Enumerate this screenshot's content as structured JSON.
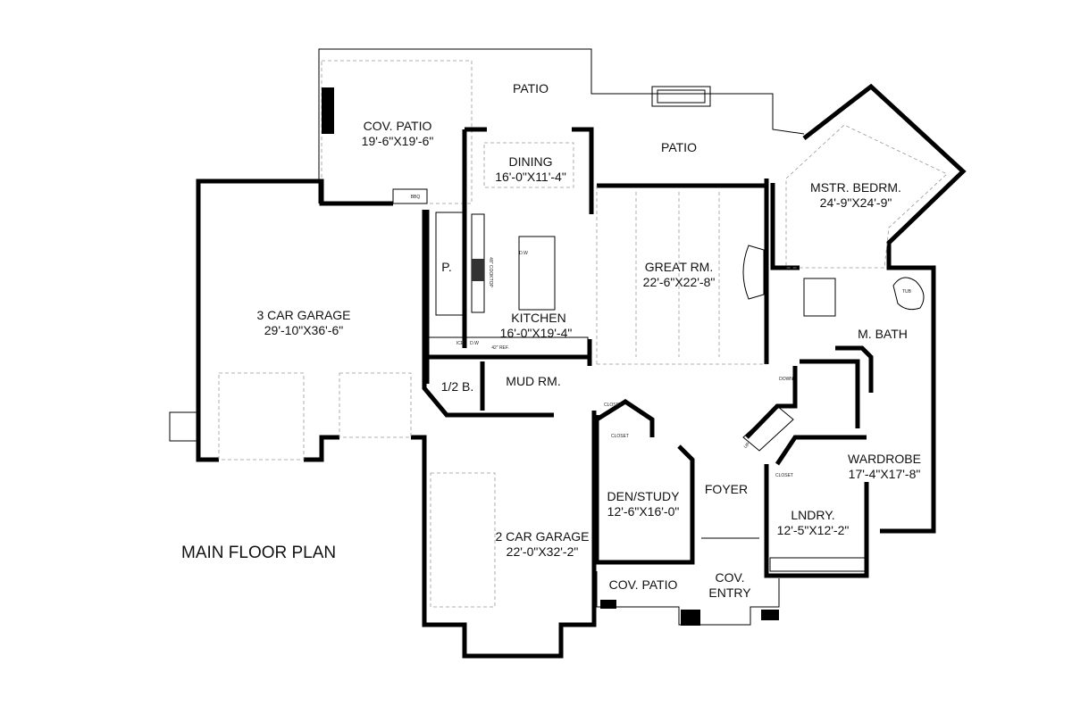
{
  "title": "MAIN FLOOR PLAN",
  "rooms": {
    "patio_upper": {
      "name": "PATIO"
    },
    "patio_lower": {
      "name": "PATIO"
    },
    "cov_patio_rear": {
      "name": "COV. PATIO",
      "size": "19'-6\"X19'-6\""
    },
    "dining": {
      "name": "DINING",
      "size": "16'-0\"X11'-4\""
    },
    "great_room": {
      "name": "GREAT RM.",
      "size": "22'-6\"X22'-8\""
    },
    "master_bedroom": {
      "name": "MSTR. BEDRM.",
      "size": "24'-9\"X24'-9\""
    },
    "pantry": {
      "name": "P."
    },
    "kitchen": {
      "name": "KITCHEN",
      "size": "16'-0\"X19'-4\""
    },
    "garage_3car": {
      "name": "3 CAR GARAGE",
      "size": "29'-10\"X36'-6\""
    },
    "half_bath": {
      "name": "1/2 B."
    },
    "mud_room": {
      "name": "MUD RM."
    },
    "master_bath": {
      "name": "M. BATH"
    },
    "wardrobe": {
      "name": "WARDROBE",
      "size": "17'-4\"X17'-8\""
    },
    "den_study": {
      "name": "DEN/STUDY",
      "size": "12'-6\"X16'-0\""
    },
    "foyer": {
      "name": "FOYER"
    },
    "laundry": {
      "name": "LNDRY.",
      "size": "12'-5\"X12'-2\""
    },
    "garage_2car": {
      "name": "2 CAR GARAGE",
      "size": "22'-0\"X32'-2\""
    },
    "cov_patio_front": {
      "name": "COV. PATIO"
    },
    "cov_entry": {
      "name": "COV.",
      "name2": "ENTRY"
    }
  },
  "fixtures": {
    "bbq": "BBQ",
    "island_dw": "D.W",
    "cooktop": "48\" COOKTOP",
    "ice": "ICE",
    "dw": "D.W",
    "ref": "42\" REF.",
    "tub": "TUB",
    "down": "DOWN",
    "up": "UP",
    "closet1": "CLOSET",
    "closet2": "CLOSET",
    "closet3": "CLOSET"
  }
}
